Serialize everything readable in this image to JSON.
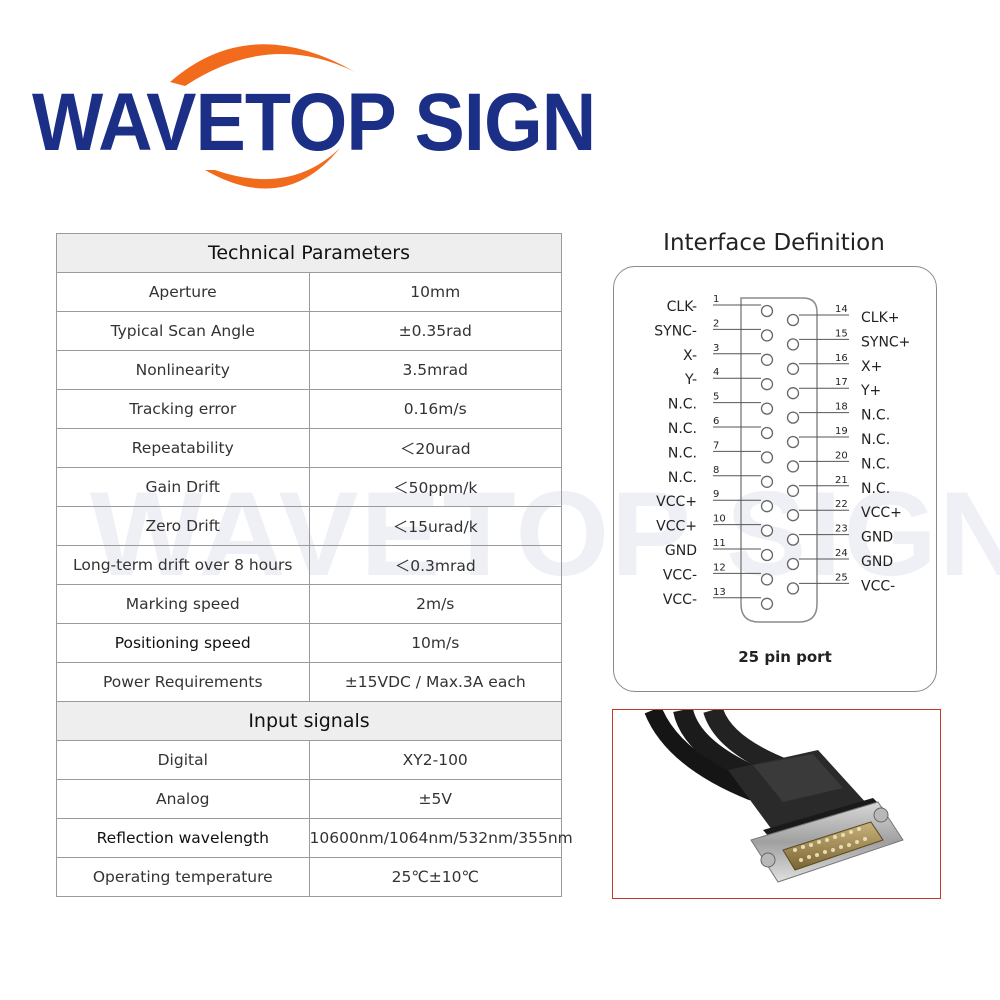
{
  "brand": {
    "name": "WAVETOP SIGN",
    "accent_blue": "#1c2f86",
    "accent_orange": "#f26b1d"
  },
  "technical_parameters": {
    "title": "Technical Parameters",
    "rows": [
      {
        "label": "Aperture",
        "value": "10mm"
      },
      {
        "label": "Typical Scan Angle",
        "value": "±0.35rad"
      },
      {
        "label": "Nonlinearity",
        "value": "3.5mrad"
      },
      {
        "label": "Tracking error",
        "value": "0.16m/s"
      },
      {
        "label": "Repeatability",
        "value": "＜20urad"
      },
      {
        "label": "Gain Drift",
        "value": "＜50ppm/k"
      },
      {
        "label": "Zero Drift",
        "value": "＜15urad/k"
      },
      {
        "label": "Long-term drift over 8 hours",
        "value": "＜0.3mrad"
      },
      {
        "label": "Marking speed",
        "value": "2m/s"
      },
      {
        "label": "Positioning speed",
        "value": "10m/s"
      },
      {
        "label": "Power Requirements",
        "value": "±15VDC / Max.3A each"
      }
    ]
  },
  "input_signals": {
    "title": "Input signals",
    "rows": [
      {
        "label": "Digital",
        "value": "XY2-100"
      },
      {
        "label": "Analog",
        "value": "±5V"
      },
      {
        "label": "Reflection wavelength",
        "value": "10600nm/1064nm/532nm/355nm"
      },
      {
        "label": "Operating temperature",
        "value": "25℃±10℃"
      }
    ]
  },
  "interface": {
    "title": "Interface Definition",
    "port_label": "25 pin port",
    "left_pins": [
      {
        "num": "1",
        "signal": "CLK-"
      },
      {
        "num": "2",
        "signal": "SYNC-"
      },
      {
        "num": "3",
        "signal": "X-"
      },
      {
        "num": "4",
        "signal": "Y-"
      },
      {
        "num": "5",
        "signal": "N.C."
      },
      {
        "num": "6",
        "signal": "N.C."
      },
      {
        "num": "7",
        "signal": "N.C."
      },
      {
        "num": "8",
        "signal": "N.C."
      },
      {
        "num": "9",
        "signal": "VCC+"
      },
      {
        "num": "10",
        "signal": "VCC+"
      },
      {
        "num": "11",
        "signal": "GND"
      },
      {
        "num": "12",
        "signal": "VCC-"
      },
      {
        "num": "13",
        "signal": "VCC-"
      }
    ],
    "right_pins": [
      {
        "num": "14",
        "signal": "CLK+"
      },
      {
        "num": "15",
        "signal": "SYNC+"
      },
      {
        "num": "16",
        "signal": "X+"
      },
      {
        "num": "17",
        "signal": "Y+"
      },
      {
        "num": "18",
        "signal": "N.C."
      },
      {
        "num": "19",
        "signal": "N.C."
      },
      {
        "num": "20",
        "signal": "N.C."
      },
      {
        "num": "21",
        "signal": "N.C."
      },
      {
        "num": "22",
        "signal": "VCC+"
      },
      {
        "num": "23",
        "signal": "GND"
      },
      {
        "num": "24",
        "signal": "GND"
      },
      {
        "num": "25",
        "signal": "VCC-"
      }
    ]
  }
}
